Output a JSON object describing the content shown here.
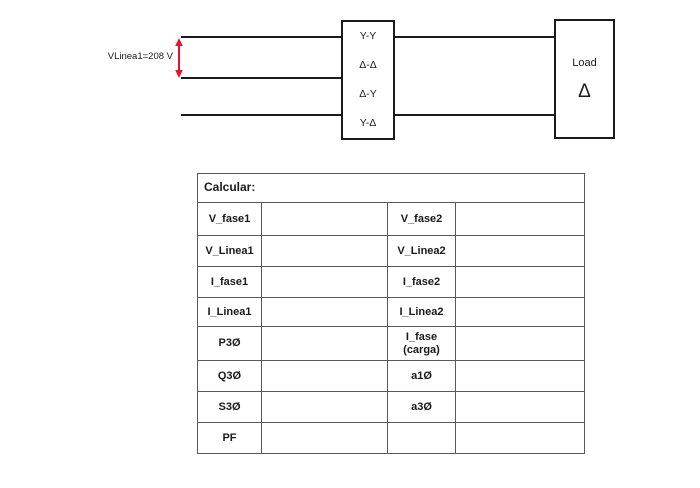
{
  "diagram": {
    "source_label": "VLinea1=208 V",
    "arrow_color": "#e8112d",
    "line_color": "#1a1a1a",
    "transformer_configs": [
      "Y-Y",
      "Δ-Δ",
      "Δ-Y",
      "Y-Δ"
    ],
    "load": {
      "title": "Load",
      "symbol": "Δ"
    }
  },
  "table": {
    "header": "Calcular:",
    "rows": [
      {
        "label1": "V_fase1",
        "value1": "",
        "label2": "V_fase2",
        "value2": ""
      },
      {
        "label1": "V_Linea1",
        "value1": "",
        "label2": "V_Linea2",
        "value2": ""
      },
      {
        "label1": "I_fase1",
        "value1": "",
        "label2": "I_fase2",
        "value2": ""
      },
      {
        "label1": "I_Linea1",
        "value1": "",
        "label2": "I_Linea2",
        "value2": ""
      },
      {
        "label1": "P3Ø",
        "value1": "",
        "label2": "I_fase\n(carga)",
        "value2": ""
      },
      {
        "label1": "Q3Ø",
        "value1": "",
        "label2": "a1Ø",
        "value2": ""
      },
      {
        "label1": "S3Ø",
        "value1": "",
        "label2": "a3Ø",
        "value2": ""
      },
      {
        "label1": "PF",
        "value1": "",
        "label2": "",
        "value2": ""
      }
    ]
  }
}
